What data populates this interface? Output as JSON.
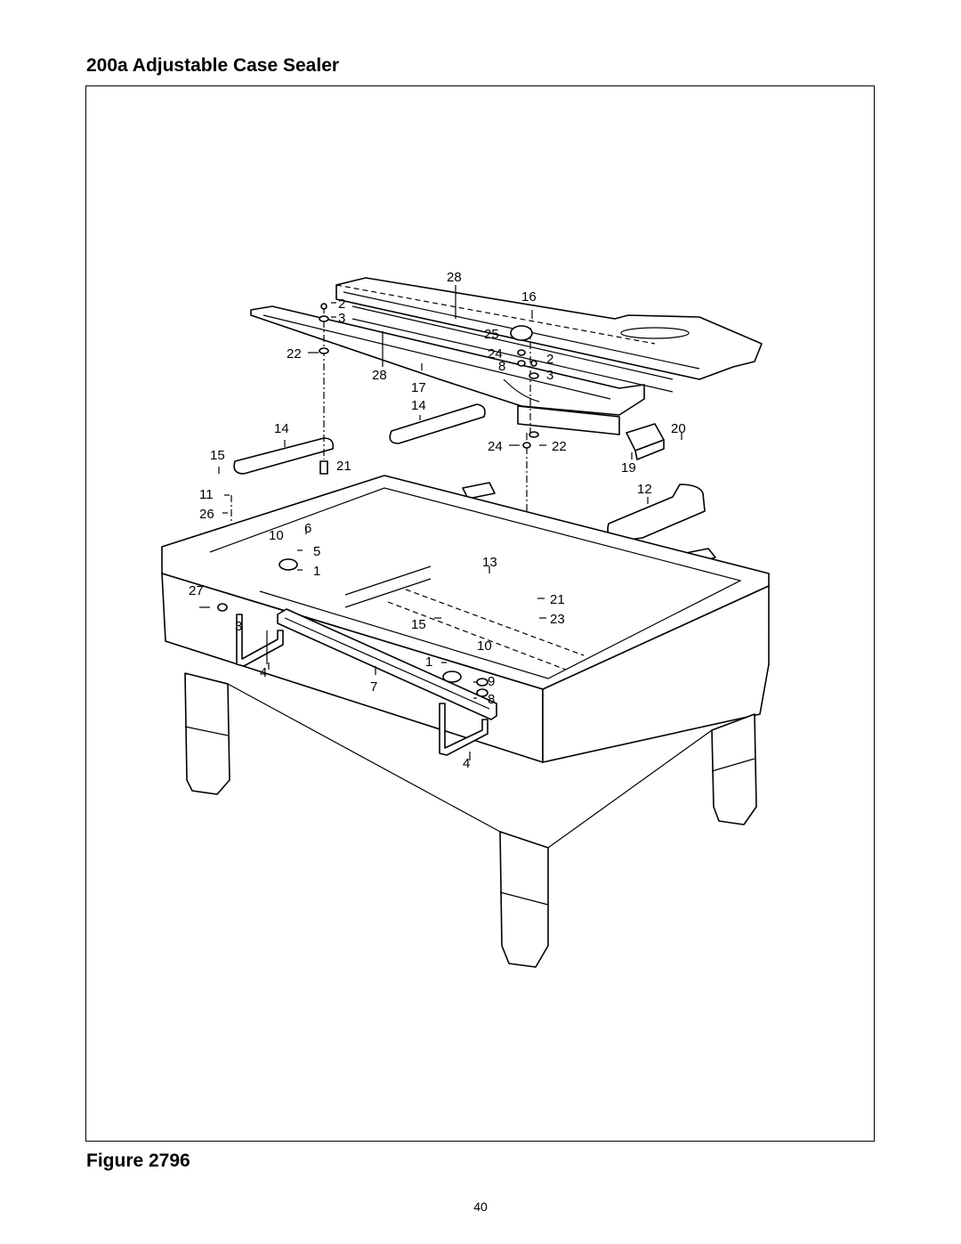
{
  "title": "200a Adjustable Case Sealer",
  "figure_caption": "Figure 2796",
  "page_number": "40",
  "callouts": [
    "28",
    "16",
    "2",
    "3",
    "25",
    "24",
    "2",
    "22",
    "8",
    "3",
    "28",
    "17",
    "14",
    "14",
    "20",
    "15",
    "21",
    "24",
    "22",
    "19",
    "11",
    "12",
    "26",
    "10",
    "6",
    "5",
    "1",
    "13",
    "27",
    "21",
    "3",
    "15",
    "23",
    "10",
    "1",
    "9",
    "4",
    "7",
    "8",
    "4"
  ]
}
